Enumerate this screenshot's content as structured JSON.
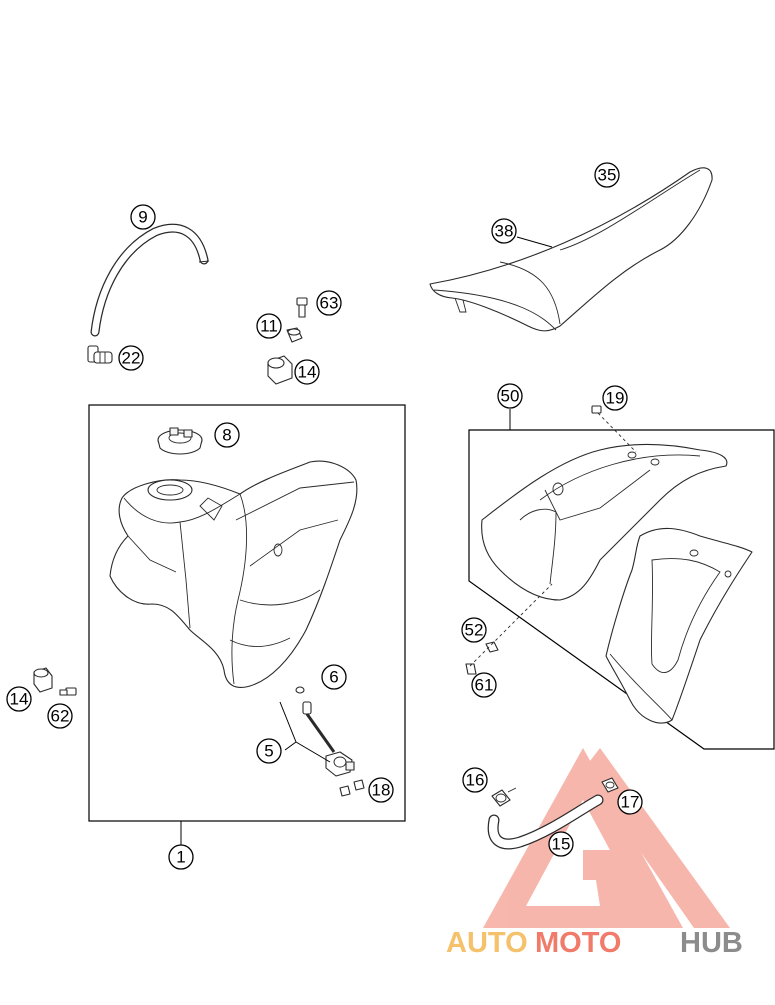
{
  "callouts": {
    "c35": "35",
    "c38": "38",
    "c9": "9",
    "c63": "63",
    "c11": "11",
    "c22": "22",
    "c14a": "14",
    "c8": "8",
    "c50": "50",
    "c19": "19",
    "c6": "6",
    "c14b": "14",
    "c62": "62",
    "c52": "52",
    "c61": "61",
    "c5": "5",
    "c18": "18",
    "c16": "16",
    "c17": "17",
    "c15": "15",
    "c1": "1"
  },
  "watermark": {
    "part1": "AUTO",
    "part2": "MOTO",
    "part3": "HUB",
    "colors": {
      "auto": "#f5c26b",
      "moto": "#f07b6a",
      "hub": "#8c8c8c",
      "logo": "#f07b6a"
    }
  }
}
